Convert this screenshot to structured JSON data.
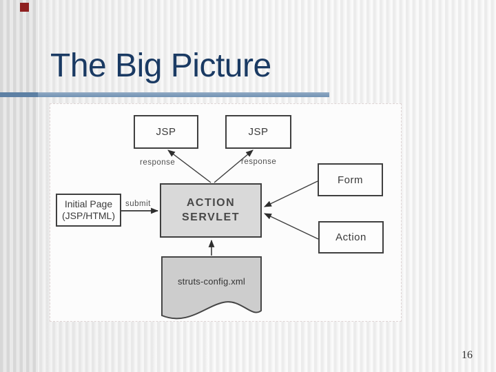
{
  "slide": {
    "title": "The Big Picture",
    "page_number": "16"
  },
  "diagram": {
    "nodes": {
      "jsp_left": {
        "label": "JSP"
      },
      "jsp_right": {
        "label": "JSP"
      },
      "form": {
        "label": "Form"
      },
      "action": {
        "label": "Action"
      },
      "initial_page": {
        "line1": "Initial Page",
        "line2": "(JSP/HTML)"
      },
      "action_servlet": {
        "line1": "ACTION",
        "line2": "SERVLET"
      },
      "config": {
        "label": "struts-config.xml"
      }
    },
    "edge_labels": {
      "response_left": "response",
      "response_right": "response",
      "submit": "submit"
    }
  },
  "theme": {
    "title_color": "#1A3A63",
    "rule_color": "#7E9CBA",
    "rule_left_color": "#5D80A4",
    "accent_square_color": "#8E2020",
    "servlet_fill": "#D9D9D9",
    "document_fill": "#CDCDCD",
    "node_border": "#3F3F3F",
    "arrow_color": "#2E2E2E"
  }
}
